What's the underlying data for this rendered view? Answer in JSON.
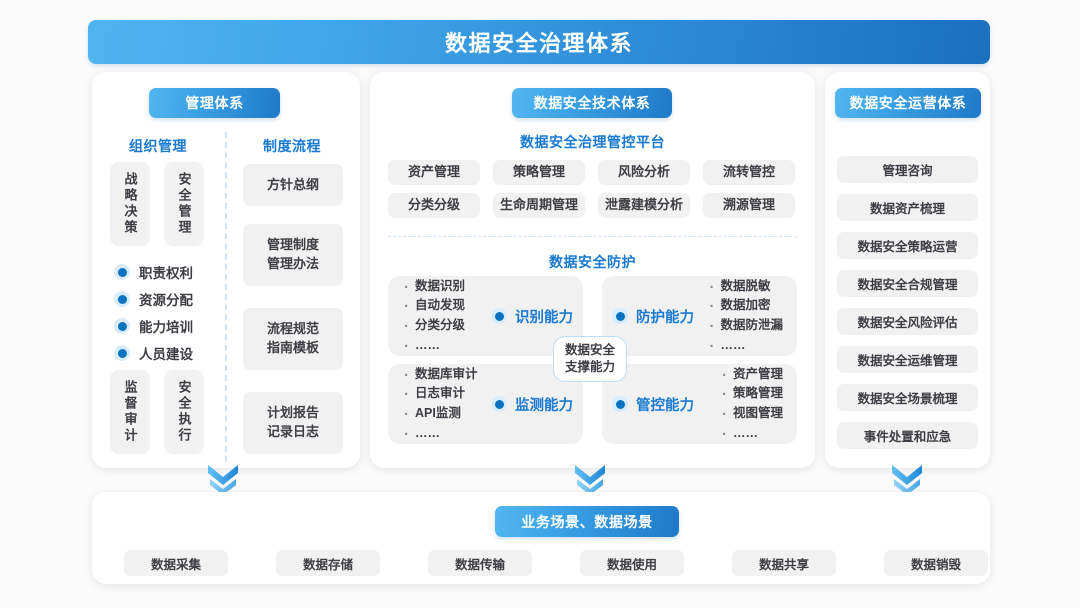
{
  "title": "数据安全治理体系",
  "colors": {
    "accent_light": "#4fb4f0",
    "accent_dark": "#1b6fc0",
    "heading_blue": "#1a7ad1",
    "chip_bg": "#f1f1f2",
    "text_dark": "#3d3d44",
    "page_bg": "#fbfbfb"
  },
  "management": {
    "badge": "管理体系",
    "columns": [
      {
        "heading": "组织管理",
        "vertical_chips_top": [
          "战略决策",
          "安全管理"
        ],
        "bullets": [
          "职责权利",
          "资源分配",
          "能力培训",
          "人员建设"
        ],
        "vertical_chips_bottom": [
          "监督审计",
          "安全执行"
        ]
      },
      {
        "heading": "制度流程",
        "chips": [
          {
            "lines": [
              "方针总纲"
            ]
          },
          {
            "lines": [
              "管理制度",
              "管理办法"
            ]
          },
          {
            "lines": [
              "流程规范",
              "指南模板"
            ]
          },
          {
            "lines": [
              "计划报告",
              "记录日志"
            ]
          }
        ]
      }
    ]
  },
  "technology": {
    "badge": "数据安全技术体系",
    "platform": {
      "heading": "数据安全治理管控平台",
      "row1": [
        "资产管理",
        "策略管理",
        "风险分析",
        "流转管控"
      ],
      "row2": [
        "分类分级",
        "生命周期管理",
        "泄露建模分析",
        "溯源管理"
      ]
    },
    "protection": {
      "heading": "数据安全防护",
      "hub": [
        "数据安全",
        "支撑能力"
      ],
      "quadrants": [
        {
          "label": "识别能力",
          "align": "list-left",
          "items": [
            "数据识别",
            "自动发现",
            "分类分级",
            "……"
          ]
        },
        {
          "label": "防护能力",
          "align": "list-right",
          "items": [
            "数据脱敏",
            "数据加密",
            "数据防泄漏",
            "……"
          ]
        },
        {
          "label": "监测能力",
          "align": "list-left",
          "items": [
            "数据库审计",
            "日志审计",
            "API监测",
            "……"
          ]
        },
        {
          "label": "管控能力",
          "align": "list-right",
          "items": [
            "资产管理",
            "策略管理",
            "视图管理",
            "……"
          ]
        }
      ]
    }
  },
  "operations": {
    "badge": "数据安全运营体系",
    "items": [
      "管理咨询",
      "数据资产梳理",
      "数据安全策略运营",
      "数据安全合规管理",
      "数据安全风险评估",
      "数据安全运维管理",
      "数据安全场景梳理",
      "事件处置和应急"
    ]
  },
  "scenes": {
    "badge": "业务场景、数据场景",
    "items": [
      "数据采集",
      "数据存储",
      "数据传输",
      "数据使用",
      "数据共享",
      "数据销毁"
    ]
  },
  "arrows": {
    "icon": "double-chevron-down-icon",
    "count": 3
  }
}
